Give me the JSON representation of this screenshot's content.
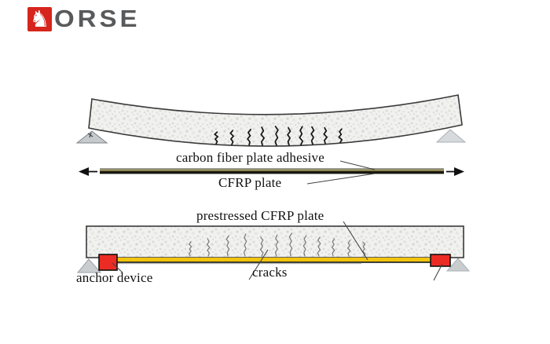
{
  "brand": {
    "name": "HORSE",
    "visible_letters": "ORSE",
    "horse_icon": "♞"
  },
  "colors": {
    "brand_red": "#d6251d",
    "brand_gray": "#58595b",
    "anchor_red": "#ec2b24",
    "cfrp_yellow": "#f2c40e",
    "adhesive_olive": "#8d8450",
    "plate_black": "#17170f",
    "plate_gray_top": "#9b9b97",
    "concrete_base": "#f1f1ef",
    "outline": "#3a3a3a"
  },
  "diagram_top": {
    "label_adhesive": "carbon fiber plate adhesive",
    "label_plate": "CFRP plate"
  },
  "diagram_bottom": {
    "label_plate": "prestressed CFRP plate",
    "label_cracks": "cracks",
    "label_anchor": "anchor device"
  }
}
